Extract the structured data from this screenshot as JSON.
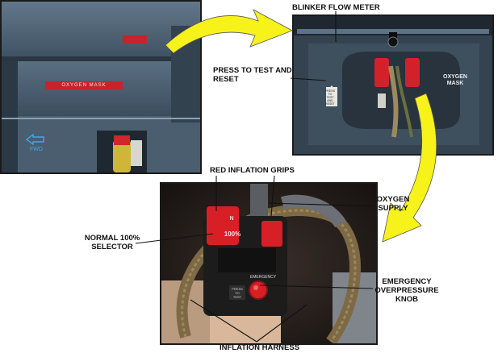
{
  "photos": {
    "cabin": {
      "placard_text": "OXYGEN MASK",
      "fwd_label": "FWD"
    },
    "compartment": {
      "mask_label": "OXYGEN\nMASK",
      "press_test_text": "PRESS\nTO\nTEST\nAND\nRESET"
    },
    "mask": {
      "grip_letter": "N",
      "selector_text": "100%",
      "emergency_text": "EMERGENCY",
      "press_test_text": "PRESS\nTO\nTEST"
    }
  },
  "callouts": {
    "blinker_flow_meter": "BLINKER FLOW METER",
    "press_to_test_and_reset": "PRESS TO TEST AND\nRESET",
    "red_inflation_grips": "RED INFLATION GRIPS",
    "oxygen_supply": "OXYGEN\nSUPPLY",
    "normal_100_selector": "NORMAL 100%\nSELECTOR",
    "emergency_overpressure_knob": "EMERGENCY\nOVERPRESSURE\nKNOB",
    "inflation_harness": "INFLATION HARNESS"
  },
  "colors": {
    "panel_blue": "#4e6275",
    "panel_dark": "#2f3e4c",
    "red": "#d81f26",
    "arrow_yellow": "#f7f21a",
    "harness": "#7d6a45"
  }
}
